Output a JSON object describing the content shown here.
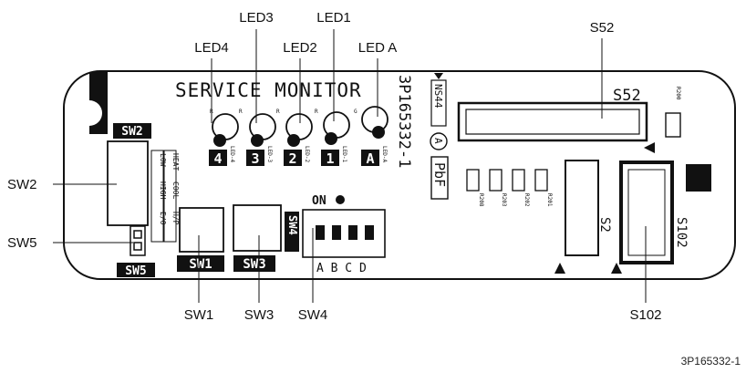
{
  "callouts": {
    "led4": "LED4",
    "led3": "LED3",
    "led2": "LED2",
    "led1": "LED1",
    "leda": "LED A",
    "s52": "S52",
    "sw2": "SW2",
    "sw5": "SW5",
    "sw1": "SW1",
    "sw3": "SW3",
    "sw4": "SW4",
    "s102": "S102"
  },
  "board": {
    "service_monitor": "SERVICE MONITOR",
    "part_number_vertical": "3P165332-1",
    "ns44": "NS44",
    "revision": "A",
    "pbf": "PbF",
    "s52_silk": "S52",
    "s102_silk": "S102",
    "s2_silk": "S2",
    "on_label": "ON",
    "dip_letters": "A B C D",
    "sw2_silk": "SW2",
    "sw5_silk": "SW5",
    "sw1_silk": "SW1",
    "sw3_silk": "SW3",
    "sw4_silk": "SW4",
    "sw2_options": [
      "HEAT",
      "COOL",
      "H/P",
      "LOW",
      "HIGH",
      "E/O"
    ],
    "led_digits": [
      "4",
      "3",
      "2",
      "1",
      "A"
    ],
    "led_pads": [
      "LED-4",
      "LED-3",
      "LED-2",
      "LED-1",
      "LED-A"
    ],
    "led_letters": [
      "R",
      "R",
      "R",
      "R",
      "G"
    ],
    "resistors": [
      "R208",
      "R203",
      "R202",
      "R201"
    ],
    "r200": "R200"
  },
  "footer": {
    "reference": "3P165332-1"
  }
}
